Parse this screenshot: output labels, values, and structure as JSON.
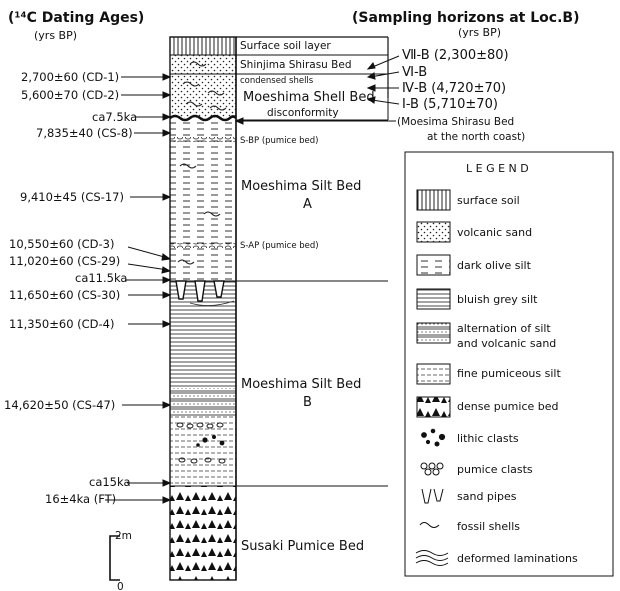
{
  "titles": {
    "left": "(¹⁴C Dating Ages)",
    "left_sub": "(yrs BP)",
    "right": "(Sampling horizons at Loc.B)",
    "right_sub": "(yrs BP)"
  },
  "dating_ages": [
    "2,700±60 (CD-1)",
    "5,600±70 (CD-2)",
    "ca7.5ka",
    "7,835±40 (CS-8)",
    "9,410±45 (CS-17)",
    "10,550±60 (CD-3)",
    "11,020±60 (CS-29)",
    "ca11.5ka",
    "11,650±60 (CS-30)",
    "11,350±60 (CD-4)",
    "14,620±50 (CS-47)",
    "ca15ka",
    "16±4ka (FT)"
  ],
  "sampling_horizons": [
    "Ⅶ-B (2,300±80)",
    "Ⅵ-B",
    "Ⅳ-B (4,720±70)",
    "Ⅰ-B (5,710±70)",
    "(Moesima Shirasu Bed",
    "at the north coast)"
  ],
  "units": {
    "surface": "Surface soil layer",
    "shinjima": "Shinjima Shirasu Bed",
    "condensed": "condensed shells",
    "shell_bed": "Moeshima Shell Bed",
    "disconformity": "disconformity",
    "sbp": "S-BP (pumice bed)",
    "silt_a_1": "Moeshima Silt Bed",
    "silt_a_2": "A",
    "sap": "S-AP (pumice bed)",
    "silt_b_1": "Moeshima Silt Bed",
    "silt_b_2": "B",
    "susaki": "Susaki Pumice Bed"
  },
  "scale": {
    "top": "2m",
    "bottom": "0"
  },
  "legend": {
    "title": "L E G E N D",
    "items": [
      "surface soil",
      "volcanic sand",
      "dark olive silt",
      "bluish grey silt",
      "alternation of silt",
      "and volcanic sand",
      "fine pumiceous silt",
      "dense pumice bed",
      "lithic clasts",
      "pumice clasts",
      "sand pipes",
      "fossil shells",
      "deformed laminations"
    ]
  }
}
